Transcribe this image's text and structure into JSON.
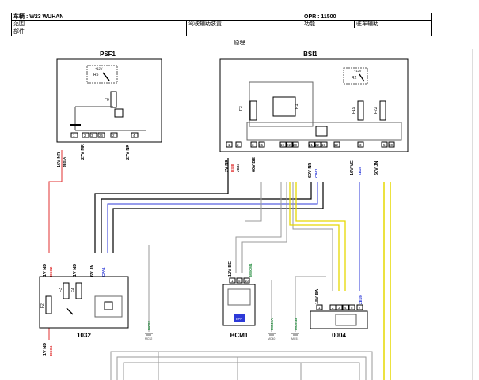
{
  "header": {
    "vehicle": "车辆 : W23 WUHAN",
    "opr": "OPR : 11500",
    "scope_label": "范围",
    "scope_value": "驾驶辅助装置",
    "function_label": "功能",
    "function_value": "驻车辅助",
    "part_label": "部件",
    "caption": "原理"
  },
  "components": {
    "psf1": "PSF1",
    "bsi1": "BSI1",
    "c1032": "1032",
    "bcm1": "BCM1",
    "c0004": "0004",
    "psf1_fuse": "F9",
    "bsi_f3": "F3",
    "bsi_f19": "F19",
    "bsi_f22": "F22",
    "bsi_r1": "R1",
    "bsi_r2": "R2",
    "psf_r5": "R5",
    "c1032_f2": "F2",
    "c1032_f3": "F3",
    "c1032_f4": "F4",
    "plus12": "+12V",
    "bcm_logo": "EPP"
  },
  "connectors": {
    "psf_16v": "16V NR",
    "psf_16v_code": "JBSIA",
    "psf_27va": "27V MR",
    "psf_27vb": "27V NR",
    "bsi_2v": "2V NR",
    "bsi_2v_code": "JG04",
    "bsi_2v_wire": "BSIB",
    "bsi_60v": "60V BE",
    "bsi_60v2": "60V NR",
    "bsi_60v2_code": "CPA1",
    "bsi_16v": "16V VE",
    "bsi_16v_wire": "ZE19",
    "bsi_60jn": "60V JN",
    "c1032_1v": "1V ND",
    "c1032_1v_wire": "BSG2",
    "c1032_1v2": "1V ND",
    "c1032_6v": "6V JN",
    "c1032_6v_wire": "CPA1",
    "c1032_bottom": "1V ND",
    "c1032_bottom_wire": "BSG4",
    "bcm_12v": "12V BE",
    "bcm_wire": "MBCM1",
    "c0004_18v": "18V BA",
    "c0004_wire": "ZE19",
    "ground_mc52": "MC52",
    "ground_mc40": "MC40A",
    "ground_mc51": "MC51B",
    "ground_label_a": "MC52",
    "ground_label_b": "MC40",
    "ground_label_c": "MC51"
  },
  "pins": {
    "psf": [
      "1",
      "2",
      "3",
      "26",
      "2",
      "4"
    ],
    "bsi": [
      "1",
      "2",
      "3",
      "15",
      "19",
      "22",
      "20",
      "21",
      "22",
      "19",
      "12",
      "3",
      "5",
      "30"
    ],
    "bcm": [
      "1",
      "5",
      "10"
    ],
    "c0004": [
      "1",
      "2",
      "3",
      "4",
      "5",
      "7"
    ]
  },
  "colors": {
    "red": "#e03030",
    "blue": "#2d3ad8",
    "green": "#1f8a3a",
    "yellow": "#e6d800",
    "grey": "#9a9a9a",
    "black": "#000000"
  }
}
